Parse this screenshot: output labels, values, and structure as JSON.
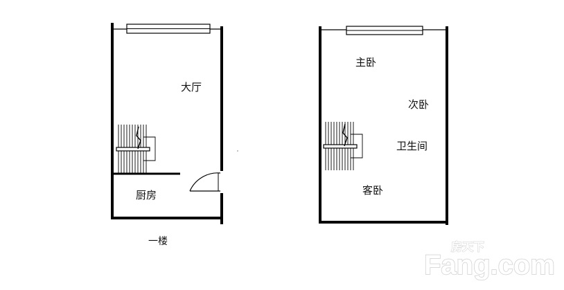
{
  "floor_plan": {
    "left_floor": {
      "rooms": {
        "living_room": "大厅",
        "kitchen": "厨房"
      },
      "caption": "一楼"
    },
    "right_floor": {
      "rooms": {
        "master_bedroom": "主卧",
        "second_bedroom": "次卧",
        "bathroom": "卫生间",
        "guest_bedroom": "客卧"
      }
    }
  },
  "watermark": {
    "logo_text": "Fang.com",
    "logo_subtitle": "房天下"
  },
  "colors": {
    "wall": "#000000",
    "line": "#222222",
    "watermark": "#cfcfcf"
  }
}
